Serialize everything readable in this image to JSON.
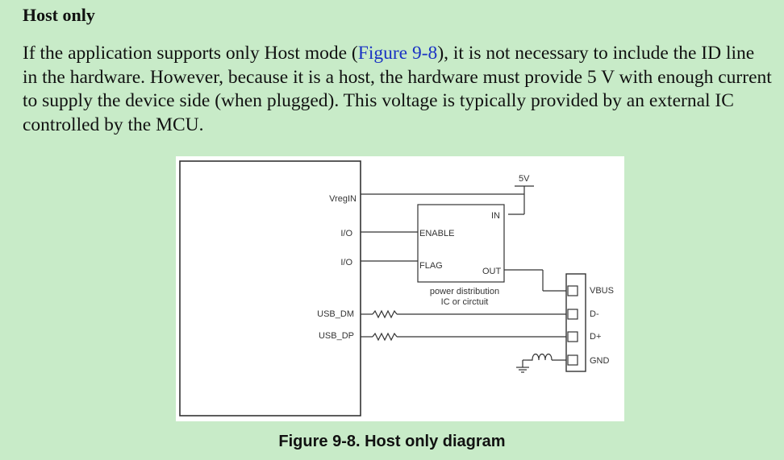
{
  "section": {
    "heading": "Host only",
    "para_before": "If the application supports only Host mode (",
    "para_link": "Figure 9-8",
    "para_after": "), it is not necessary to include the ID line in the hardware. However, because it is a host, the hardware must provide 5 V with enough current to supply the device side (when plugged). This voltage is typically provided by an external IC controlled by the MCU."
  },
  "diagram": {
    "mcu_pins": {
      "vregin": "VregIN",
      "io1": "I/O",
      "io2": "I/O",
      "usb_dm": "USB_DM",
      "usb_dp": "USB_DP"
    },
    "power_ic": {
      "in": "IN",
      "enable": "ENABLE",
      "flag": "FLAG",
      "out": "OUT",
      "label_line1": "power distribution",
      "label_line2": "IC or circtuit"
    },
    "supply_label": "5V",
    "connector": {
      "vbus": "VBUS",
      "dm": "D-",
      "dp": "D+",
      "gnd": "GND"
    }
  },
  "caption": "Figure 9-8. Host only diagram"
}
